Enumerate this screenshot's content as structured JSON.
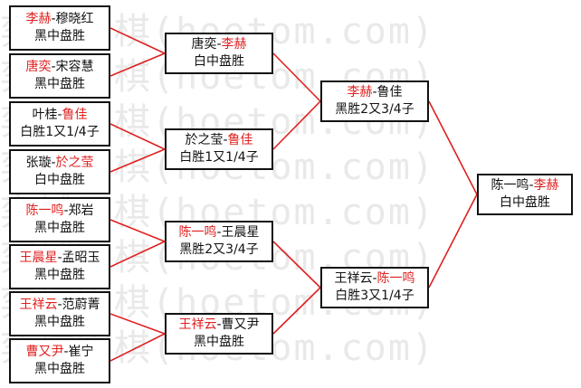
{
  "watermark": "弈城围棋(hoetom.com)",
  "colors": {
    "winner": "#e02020",
    "text": "#111111",
    "line": "#e02020",
    "border": "#111111"
  },
  "round1": [
    {
      "black": "李赫",
      "white": "穆晓红",
      "winner": "black",
      "result": "黑中盘胜"
    },
    {
      "black": "唐奕",
      "white": "宋容慧",
      "winner": "black",
      "result": "黑中盘胜"
    },
    {
      "black": "叶桂",
      "white": "鲁佳",
      "winner": "white",
      "result": "白胜1又1/4子"
    },
    {
      "black": "张璇",
      "white": "於之莹",
      "winner": "white",
      "result": "白中盘胜"
    },
    {
      "black": "陈一鸣",
      "white": "郑岩",
      "winner": "black",
      "result": "黑中盘胜"
    },
    {
      "black": "王晨星",
      "white": "孟昭玉",
      "winner": "black",
      "result": "黑中盘胜"
    },
    {
      "black": "王祥云",
      "white": "范蔚菁",
      "winner": "black",
      "result": "黑中盘胜"
    },
    {
      "black": "曹又尹",
      "white": "崔宁",
      "winner": "black",
      "result": "黑中盘胜"
    }
  ],
  "round2": [
    {
      "black": "唐奕",
      "white": "李赫",
      "winner": "white",
      "result": "白中盘胜"
    },
    {
      "black": "於之莹",
      "white": "鲁佳",
      "winner": "white",
      "result": "白胜1又1/4子"
    },
    {
      "black": "陈一鸣",
      "white": "王晨星",
      "winner": "black",
      "result": "黑胜2又3/4子"
    },
    {
      "black": "王祥云",
      "white": "曹又尹",
      "winner": "black",
      "result": "黑中盘胜"
    }
  ],
  "round3": [
    {
      "black": "李赫",
      "white": "鲁佳",
      "winner": "black",
      "result": "黑胜2又3/4子"
    },
    {
      "black": "王祥云",
      "white": "陈一鸣",
      "winner": "white",
      "result": "白胜3又1/4子"
    }
  ],
  "final": [
    {
      "black": "陈一鸣",
      "white": "李赫",
      "winner": "white",
      "result": "白中盘胜"
    }
  ]
}
